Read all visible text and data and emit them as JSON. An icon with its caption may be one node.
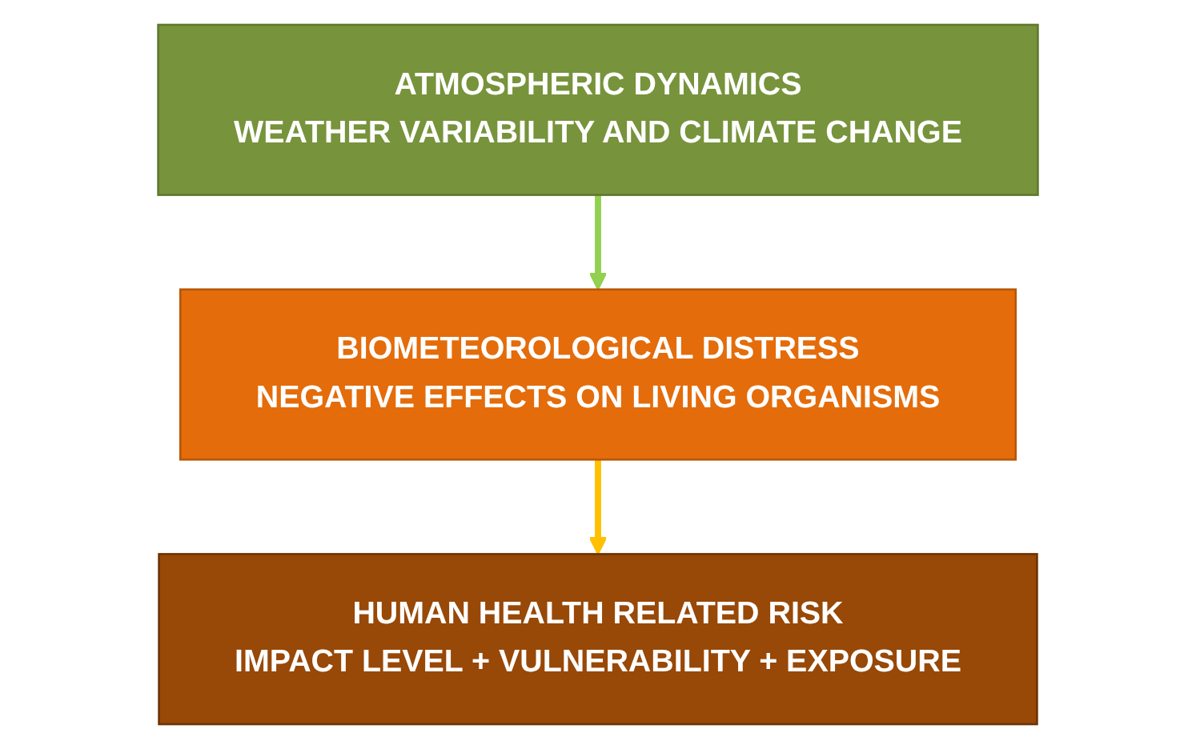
{
  "diagram": {
    "nodes": [
      {
        "text": [
          "ATMOSPHERIC DYNAMICS",
          "WEATHER VARIABILITY AND CLIMATE CHANGE"
        ]
      },
      {
        "text": [
          "BIOMETEOROLOGICAL DISTRESS",
          "NEGATIVE EFFECTS ON LIVING ORGANISMS"
        ]
      },
      {
        "text": [
          "HUMAN HEALTH RELATED RISK",
          "IMPACT LEVEL + VULNERABILITY + EXPOSURE"
        ]
      }
    ],
    "edges": [
      {
        "from": 0,
        "to": 1,
        "arrow": "to",
        "color": "#92d050"
      },
      {
        "from": 1,
        "to": 2,
        "arrow": "to",
        "color": "#ffc000"
      }
    ]
  }
}
